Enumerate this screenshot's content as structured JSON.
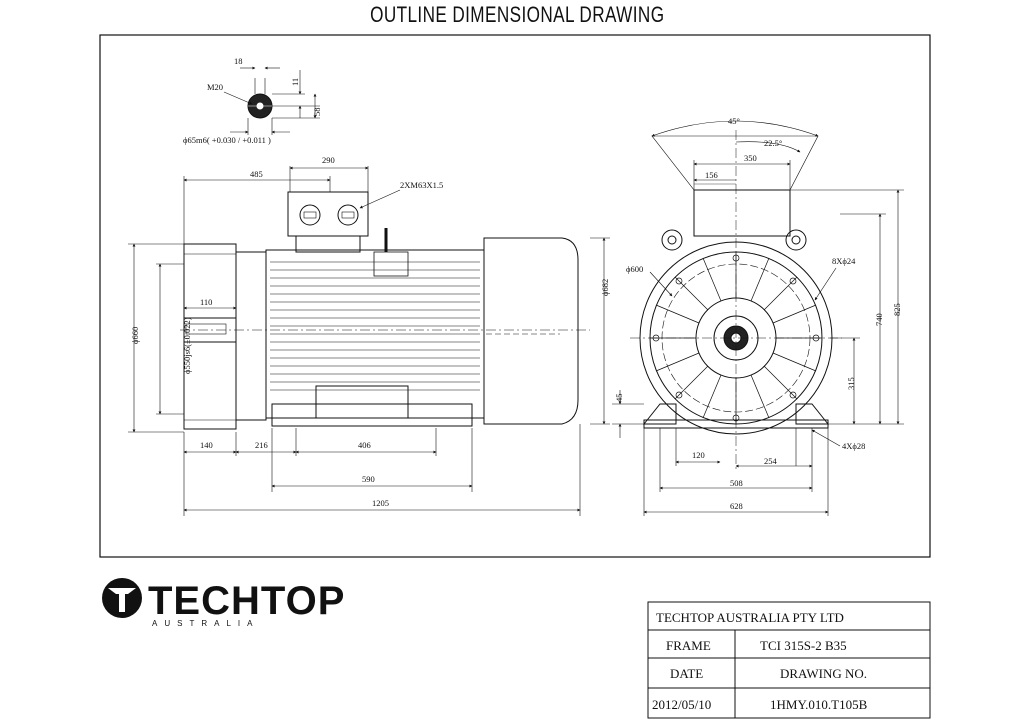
{
  "drawing_title": "OUTLINE DIMENSIONAL DRAWING",
  "logo": {
    "brand": "TECHTOP",
    "sub": "AUSTRALIA",
    "icon": "techtop-logo-icon"
  },
  "title_block": {
    "company": "TECHTOP AUSTRALIA PTY LTD",
    "frame_label": "FRAME",
    "frame_value": "TCI 315S-2 B35",
    "date_label": "DATE",
    "drawing_no_label": "DRAWING NO.",
    "date_value": "2012/05/10",
    "drawing_no_value": "1HMY.010.T105B"
  },
  "dims": {
    "shaft_key": "18",
    "shaft_11": "11",
    "shaft_58": "58",
    "thread": "M20",
    "shaft_dia": "ϕ65m6( +0.030 / +0.011 )",
    "tb_290": "290",
    "len_485": "485",
    "gland": "2XM63X1.5",
    "shaft_110": "110",
    "flange_660": "ϕ660",
    "spigot_550": "ϕ550js6(±0.022)",
    "body_682": "ϕ682",
    "len_140": "140",
    "len_216": "216",
    "len_406": "406",
    "len_590": "590",
    "len_1205": "1205",
    "ang_45": "45°",
    "ang_22": "22.5°",
    "w_350": "350",
    "w_156": "156",
    "pcd_600": "ϕ600",
    "holes_8": "8Xϕ24",
    "h_740": "740",
    "h_825": "825",
    "h_315": "315",
    "foot_45": "45",
    "foot_120": "120",
    "foot_254": "254",
    "foot_holes": "4Xϕ28",
    "w_508": "508",
    "w_628": "628"
  }
}
